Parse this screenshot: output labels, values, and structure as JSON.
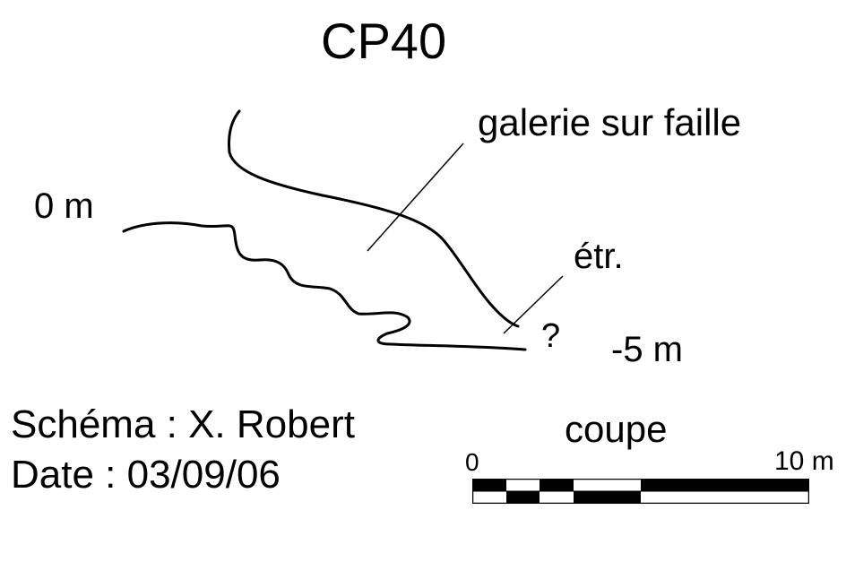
{
  "title": "CP40",
  "labels": {
    "galerie": "galerie sur faille",
    "zero": "0 m",
    "etr": "étr.",
    "question": "?",
    "minus5": "-5 m"
  },
  "credits": {
    "schema": "Schéma : X. Robert",
    "date": "Date : 03/09/06"
  },
  "scale": {
    "label": "coupe",
    "start": "0",
    "end": "10 m"
  }
}
